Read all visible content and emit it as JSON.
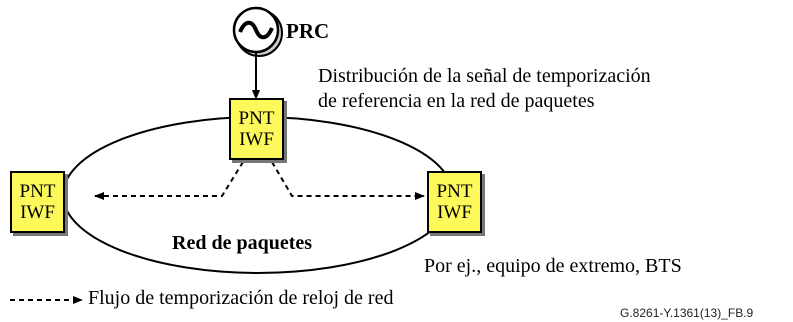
{
  "source": {
    "label": "PRC"
  },
  "nodes": {
    "top": {
      "line1": "PNT",
      "line2": "IWF"
    },
    "left": {
      "line1": "PNT",
      "line2": "IWF"
    },
    "right": {
      "line1": "PNT",
      "line2": "IWF"
    }
  },
  "network_label": "Red de paquetes",
  "description": {
    "line1": "Distribución de la señal de temporización",
    "line2": "de referencia en la red de paquetes"
  },
  "example_label": "Por ej., equipo de extremo, BTS",
  "legend": {
    "label": "Flujo de temporización de reloj de red"
  },
  "figure_ref": "G.8261-Y.1361(13)_FB.9",
  "colors": {
    "box_fill": "#fdf95a",
    "shadow": "#777777",
    "line": "#000000"
  }
}
